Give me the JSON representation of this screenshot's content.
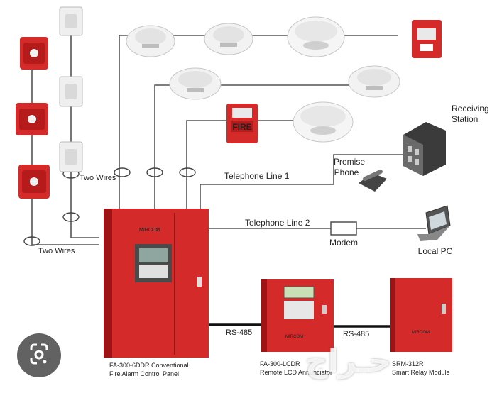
{
  "colors": {
    "panel_red": "#d42a2a",
    "panel_dark": "#9e1414",
    "wire": "#555555",
    "rs485": "#111111",
    "detector": "#eeeeee"
  },
  "labels": {
    "two_wires_top": "Two Wires",
    "two_wires_left": "Two Wires",
    "telephone_line_1": "Telephone Line 1",
    "telephone_line_2": "Telephone Line 2",
    "premise_phone_1": "Premise",
    "premise_phone_2": "Phone",
    "receiving_station_1": "Receiving",
    "receiving_station_2": "Station",
    "modem": "Modem",
    "local_pc": "Local PC",
    "rs485_left": "RS-485",
    "rs485_right": "RS-485",
    "fire_sign": "FIRE",
    "panel_brand": "MIRCOM",
    "annunciator_brand": "MIRCOM",
    "relay_brand": "MIRCOM"
  },
  "devices": {
    "control_panel_line1": "FA-300-6DDR Conventional",
    "control_panel_line2": "Fire Alarm Control Panel",
    "annunciator_line1": "FA-300-LCDR",
    "annunciator_line2": "Remote LCD Annunciator",
    "relay_line1": "SRM-312R",
    "relay_line2": "Smart Relay Module"
  },
  "icons": {
    "lens": "google-lens-icon"
  }
}
